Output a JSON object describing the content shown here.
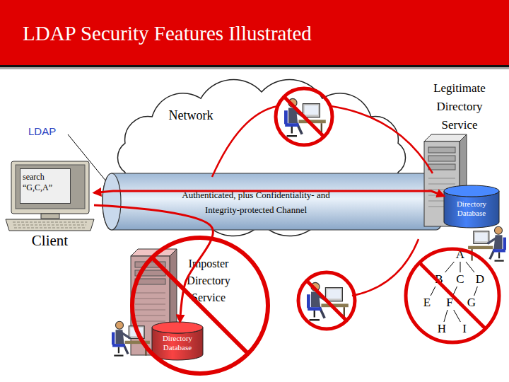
{
  "diagram": {
    "title": "LDAP Security Features Illustrated",
    "nodes": [
      {
        "text": [
          "Network"
        ]
      },
      {
        "text": [
          "Legitimate Directory Service"
        ]
      },
      {
        "text": [
          "Client"
        ]
      },
      {
        "text": [
          "search “G,C,A”"
        ],
        "in": 2
      },
      {
        "text": [
          "Authenticated, plus Confidentiality- and Integrity-protected Channel"
        ]
      },
      {
        "text": [
          "Directory Database"
        ],
        "in": 1
      },
      {
        "text": [
          "Imposter Directory Service"
        ]
      },
      {
        "text": [
          "Directory Database"
        ],
        "in": 6
      },
      {
        "text": [
          "A"
        ]
      },
      {
        "text": [
          "B"
        ]
      },
      {
        "text": [
          "C"
        ]
      },
      {
        "text": [
          "D"
        ]
      },
      {
        "text": [
          "E"
        ]
      },
      {
        "text": [
          "F"
        ]
      },
      {
        "text": [
          "G"
        ]
      },
      {
        "text": [
          "H"
        ]
      },
      {
        "text": [
          "I"
        ]
      }
    ],
    "edges": [
      {
        "from": 2,
        "to": 5,
        "arrow": "both"
      },
      {
        "from": 2,
        "to": 7,
        "arrow": "to"
      },
      {
        "from": 8,
        "to": 9,
        "arrow": "none"
      },
      {
        "from": 8,
        "to": 10,
        "arrow": "none"
      },
      {
        "from": 8,
        "to": 11,
        "arrow": "none"
      },
      {
        "from": 9,
        "to": 12,
        "arrow": "none"
      },
      {
        "from": 10,
        "to": 13,
        "arrow": "none"
      },
      {
        "from": 11,
        "to": 14,
        "arrow": "none"
      },
      {
        "from": 13,
        "to": 15,
        "arrow": "none"
      },
      {
        "from": 13,
        "to": 16,
        "arrow": "none"
      }
    ],
    "labels": [
      "LDAP"
    ]
  }
}
